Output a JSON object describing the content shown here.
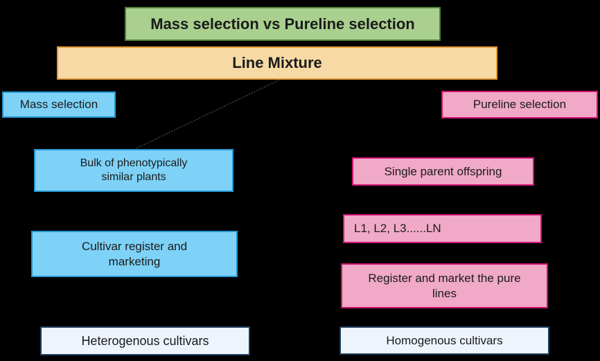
{
  "diagram": {
    "title": "Mass selection vs Pureline selection",
    "root": {
      "label": "Line Mixture"
    },
    "left_branch": {
      "heading": "Mass selection",
      "steps": {
        "bulk": {
          "label": "Bulk of phenotypically\nsimilar plants"
        },
        "cultivar": {
          "label": "Cultivar register and\nmarketing"
        },
        "result": {
          "label": "Heterogenous cultivars"
        }
      }
    },
    "right_branch": {
      "heading": "Pureline selection",
      "steps": {
        "single_parent": {
          "label": "Single parent offspring"
        },
        "lines": {
          "label": "L1, L2, L3......LN"
        },
        "register": {
          "label": "Register and market the pure\nlines"
        },
        "result": {
          "label": "Homogenous cultivars"
        }
      }
    },
    "connector": {
      "from": "Line Mixture",
      "to": "Bulk of phenotypically similar plants"
    }
  },
  "colors": {
    "background": "#000000",
    "title_fill": "#a9d08e",
    "title_border": "#538135",
    "root_fill": "#f6d9a4",
    "root_border": "#e59a38",
    "left_fill": "#7ed2f7",
    "left_border": "#2596d1",
    "right_fill": "#f0a9c6",
    "right_border": "#d01273",
    "result_fill": "#edf4fb",
    "result_border": "#1d3c5e",
    "text": "#1b1b1b",
    "connector": "#565656"
  }
}
